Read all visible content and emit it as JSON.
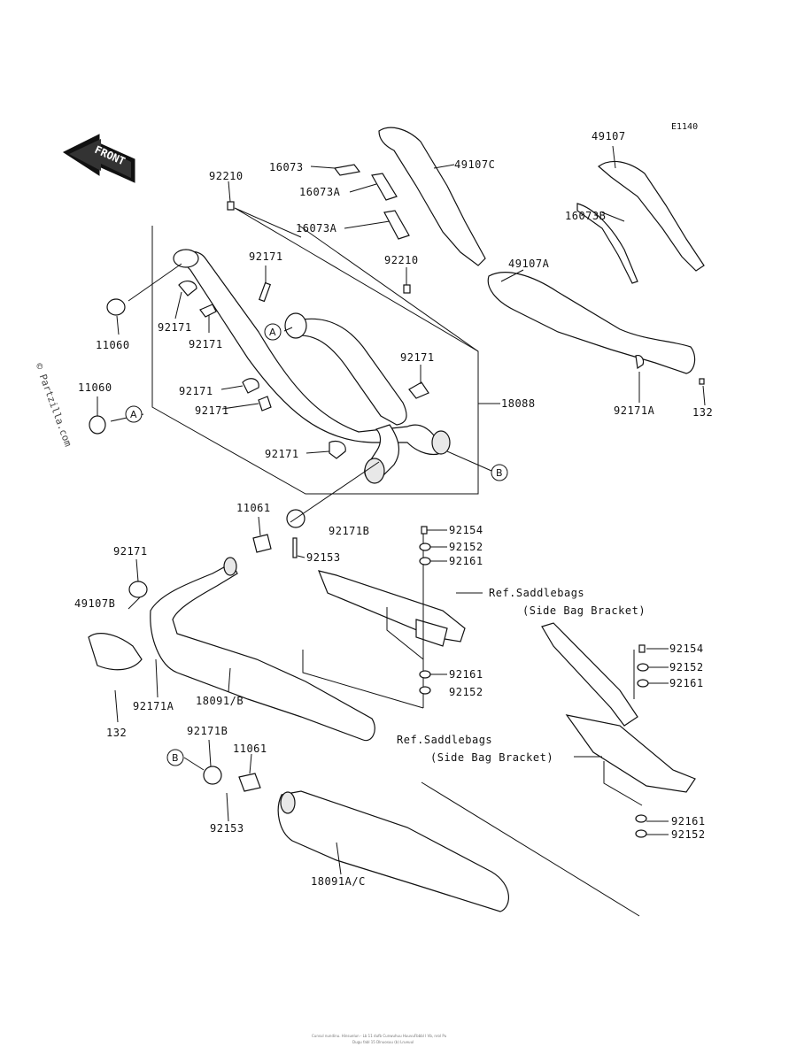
{
  "diagram": {
    "code": "E1140",
    "front": "FRONT",
    "watermark": "© Partzilla.com",
    "footer": [
      "Cunsul nundinu. Hinsuelun - Lb 11 dufb Cunwuhuu HuuvuFbbbl I Vb, nrol Pu",
      "Dugu fabl 15 Dlnuosuu (b) Lrueuul"
    ]
  },
  "labels": [
    {
      "id": "49107-top",
      "text": "49107"
    },
    {
      "id": "16073",
      "text": "16073"
    },
    {
      "id": "49107C",
      "text": "49107C"
    },
    {
      "id": "92210-a",
      "text": "92210"
    },
    {
      "id": "16073A-1",
      "text": "16073A"
    },
    {
      "id": "16073A-2",
      "text": "16073A"
    },
    {
      "id": "16073B",
      "text": "16073B"
    },
    {
      "id": "92171-1",
      "text": "92171"
    },
    {
      "id": "92210-b",
      "text": "92210"
    },
    {
      "id": "49107A",
      "text": "49107A"
    },
    {
      "id": "92171-2",
      "text": "92171"
    },
    {
      "id": "92171-3",
      "text": "92171"
    },
    {
      "id": "11060-a",
      "text": "11060"
    },
    {
      "id": "11060-b",
      "text": "11060"
    },
    {
      "id": "92171-4",
      "text": "92171"
    },
    {
      "id": "92171-5",
      "text": "92171"
    },
    {
      "id": "92171-6",
      "text": "92171"
    },
    {
      "id": "18088",
      "text": "18088"
    },
    {
      "id": "92171A-r",
      "text": "92171A"
    },
    {
      "id": "132-r",
      "text": "132"
    },
    {
      "id": "92171-7",
      "text": "92171"
    },
    {
      "id": "11061-a",
      "text": "11061"
    },
    {
      "id": "92171B-a",
      "text": "92171B"
    },
    {
      "id": "92154-a",
      "text": "92154"
    },
    {
      "id": "92152-a",
      "text": "92152"
    },
    {
      "id": "92161-a",
      "text": "92161"
    },
    {
      "id": "92153-a",
      "text": "92153"
    },
    {
      "id": "92171-8",
      "text": "92171"
    },
    {
      "id": "49107B",
      "text": "49107B"
    },
    {
      "id": "92154-b",
      "text": "92154"
    },
    {
      "id": "92152-b",
      "text": "92152"
    },
    {
      "id": "92161-b",
      "text": "92161"
    },
    {
      "id": "92161-c",
      "text": "92161"
    },
    {
      "id": "92152-c",
      "text": "92152"
    },
    {
      "id": "92171A-l",
      "text": "92171A"
    },
    {
      "id": "18091B",
      "text": "18091/B"
    },
    {
      "id": "132-l",
      "text": "132"
    },
    {
      "id": "92171B-b",
      "text": "92171B"
    },
    {
      "id": "11061-b",
      "text": "11061"
    },
    {
      "id": "92153-b",
      "text": "92153"
    },
    {
      "id": "18091AC",
      "text": "18091A/C"
    },
    {
      "id": "92161-d",
      "text": "92161"
    },
    {
      "id": "92152-d",
      "text": "92152"
    }
  ],
  "refs": {
    "ref1_line1": "Ref.Saddlebags",
    "ref1_line2": "(Side Bag Bracket)",
    "ref2_line1": "Ref.Saddlebags",
    "ref2_line2": "(Side Bag Bracket)"
  },
  "callouts": {
    "A": "A",
    "B": "B"
  }
}
